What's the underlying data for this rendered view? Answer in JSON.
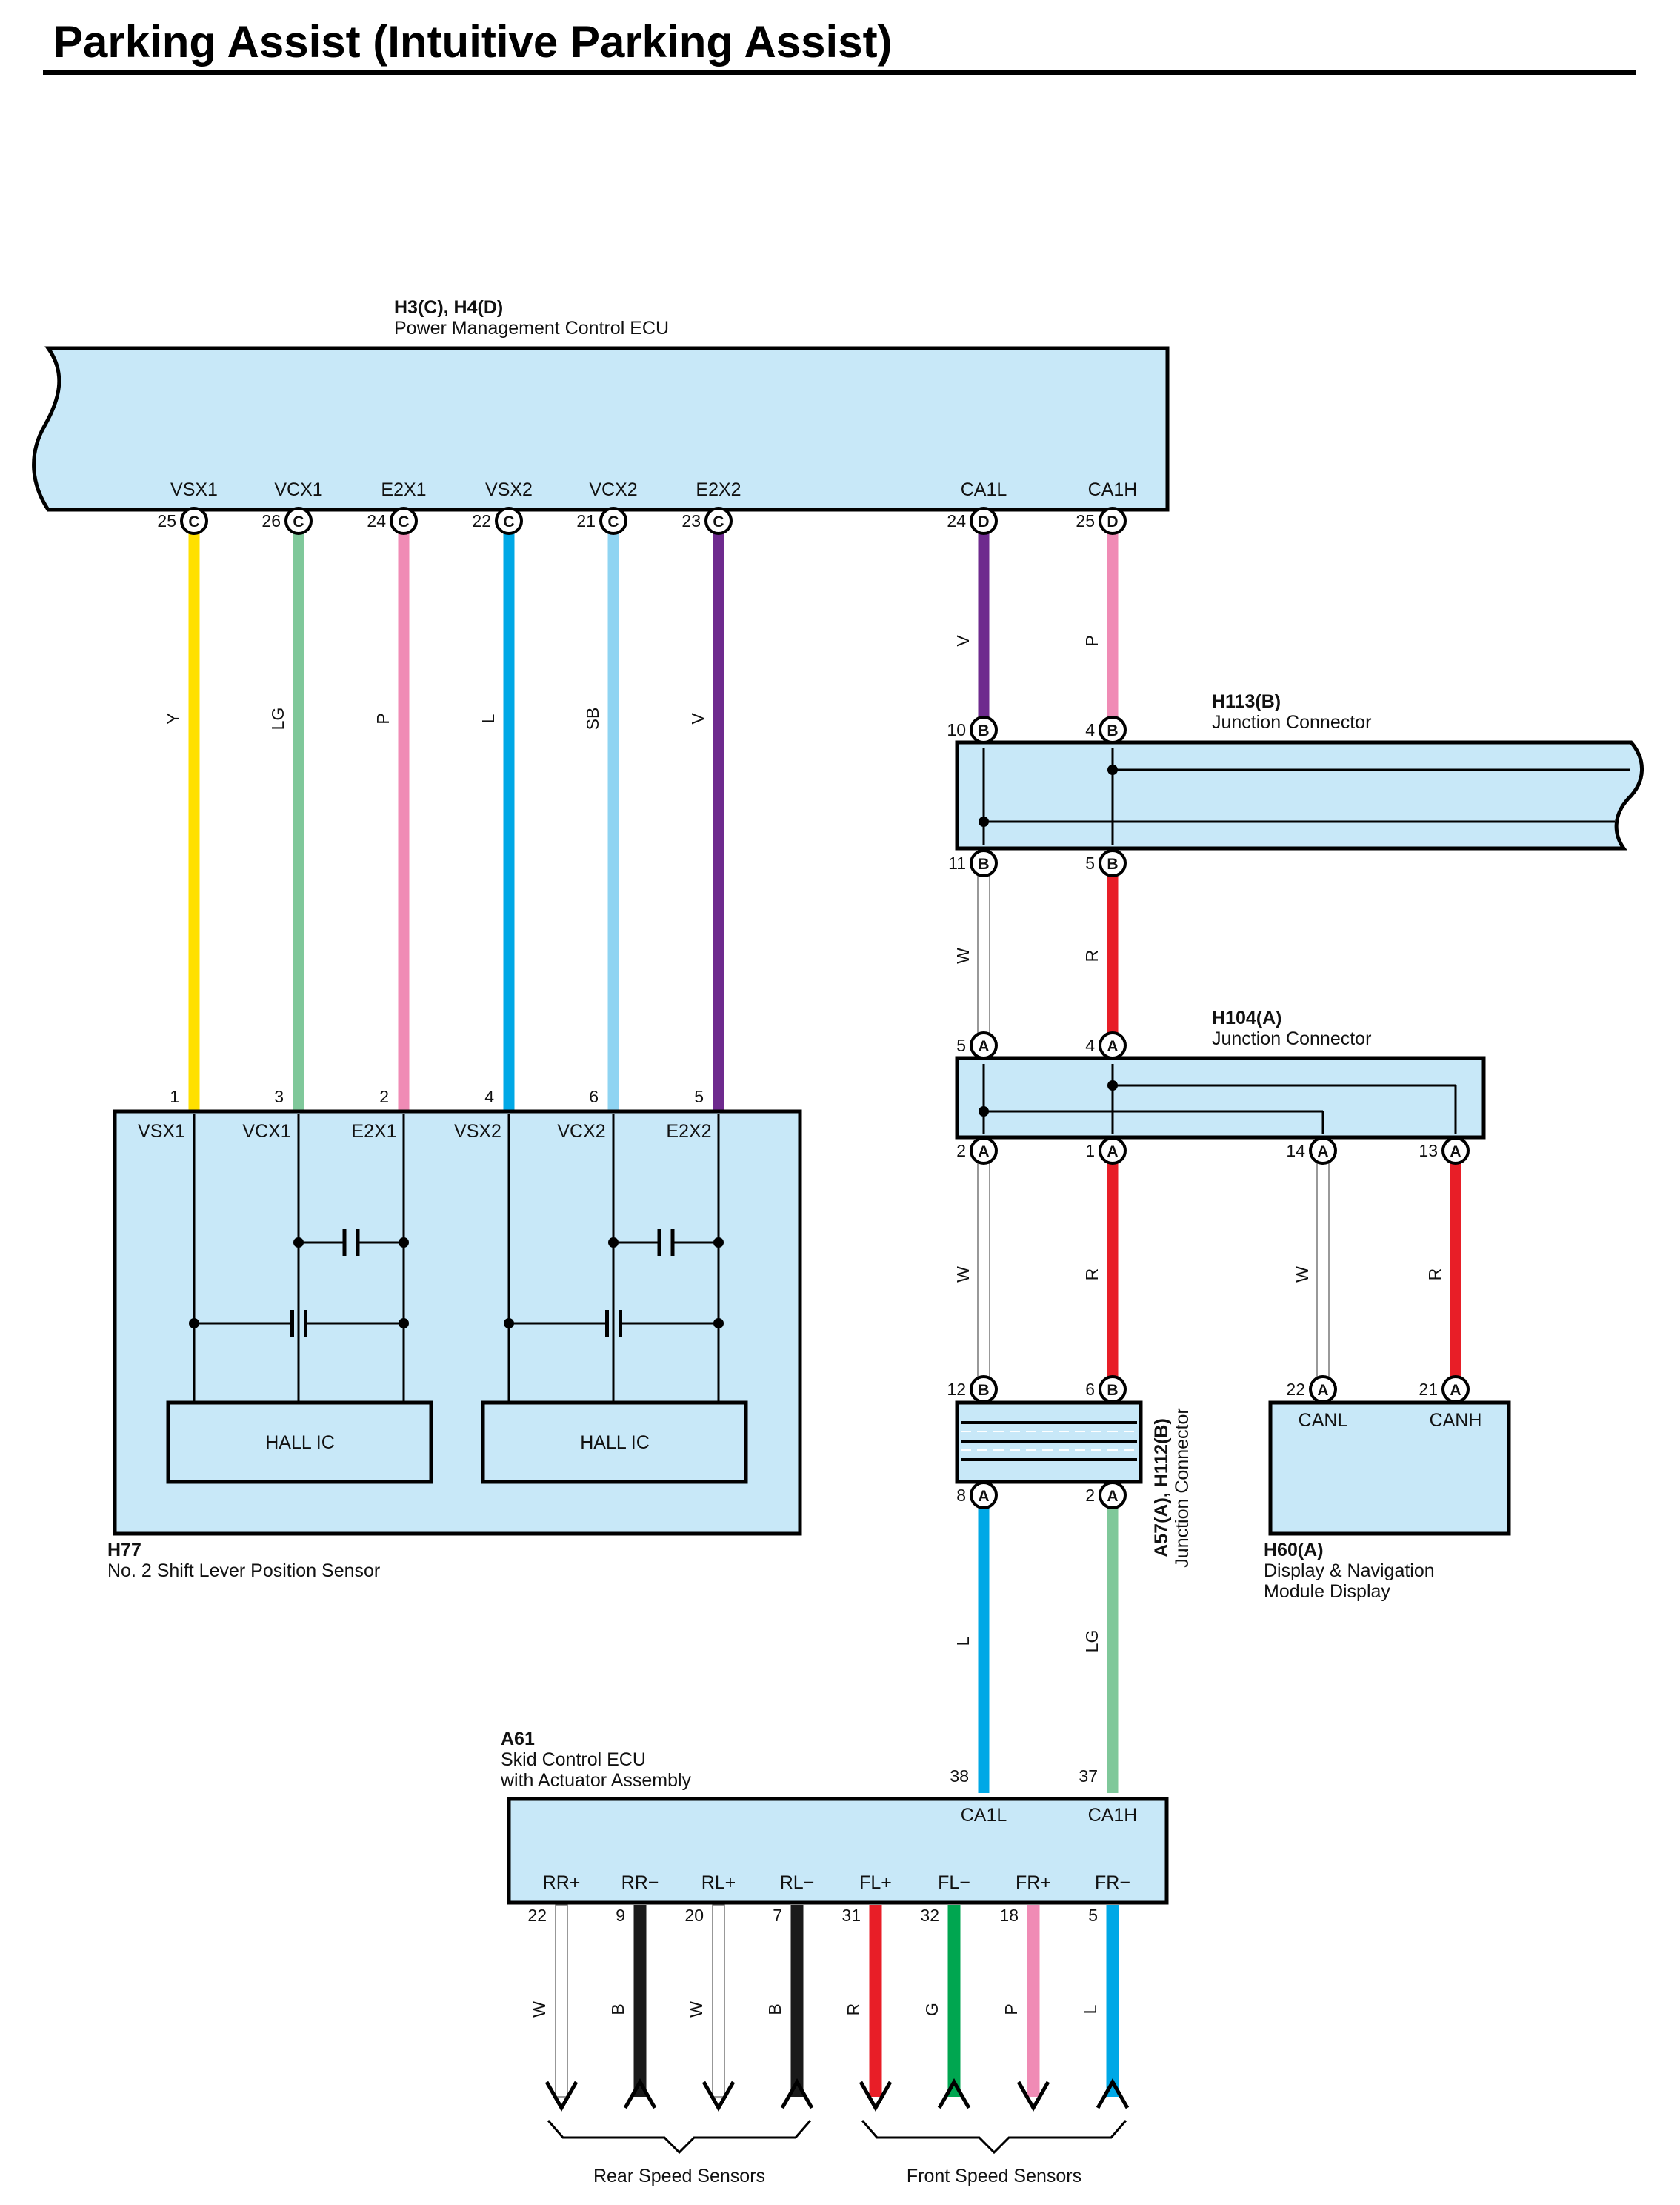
{
  "title": "Parking Assist (Intuitive Parking Assist)",
  "colors": {
    "component_fill": "#c8e8f8",
    "Y": "#ffe000",
    "LG": "#7fc89a",
    "P": "#f08bb5",
    "L": "#00a8e6",
    "SB": "#8fd4f2",
    "V": "#6e2a8e",
    "W": "#ffffff",
    "R": "#e81e27",
    "B": "#1a1a1a",
    "G": "#00a650"
  },
  "ecu": {
    "code": "H3(C), H4(D)",
    "name": "Power Management Control ECU",
    "pins": [
      {
        "label": "VSX1",
        "num": "25",
        "conn": "C",
        "wire": "Y"
      },
      {
        "label": "VCX1",
        "num": "26",
        "conn": "C",
        "wire": "LG"
      },
      {
        "label": "E2X1",
        "num": "24",
        "conn": "C",
        "wire": "P"
      },
      {
        "label": "VSX2",
        "num": "22",
        "conn": "C",
        "wire": "L"
      },
      {
        "label": "VCX2",
        "num": "21",
        "conn": "C",
        "wire": "SB"
      },
      {
        "label": "E2X2",
        "num": "23",
        "conn": "C",
        "wire": "V"
      },
      {
        "label": "CA1L",
        "num": "24",
        "conn": "D",
        "wire": "V"
      },
      {
        "label": "CA1H",
        "num": "25",
        "conn": "D",
        "wire": "P"
      }
    ]
  },
  "h113": {
    "code": "H113(B)",
    "name": "Junction Connector",
    "top_pins": [
      {
        "num": "10",
        "conn": "B"
      },
      {
        "num": "4",
        "conn": "B"
      }
    ],
    "bottom_pins": [
      {
        "num": "11",
        "conn": "B"
      },
      {
        "num": "5",
        "conn": "B"
      }
    ],
    "out_wires": [
      "W",
      "R"
    ]
  },
  "h104": {
    "code": "H104(A)",
    "name": "Junction Connector",
    "top_pins": [
      {
        "num": "5",
        "conn": "A"
      },
      {
        "num": "4",
        "conn": "A"
      }
    ],
    "bottom_pins": [
      {
        "num": "2",
        "conn": "A"
      },
      {
        "num": "1",
        "conn": "A"
      },
      {
        "num": "14",
        "conn": "A"
      },
      {
        "num": "13",
        "conn": "A"
      }
    ],
    "out_wires": [
      "W",
      "R",
      "W",
      "R"
    ]
  },
  "sensor": {
    "code": "H77",
    "name": "No.  2 Shift Lever Position Sensor",
    "pins": [
      {
        "num": "1",
        "label": "VSX1"
      },
      {
        "num": "3",
        "label": "VCX1"
      },
      {
        "num": "2",
        "label": "E2X1"
      },
      {
        "num": "4",
        "label": "VSX2"
      },
      {
        "num": "6",
        "label": "VCX2"
      },
      {
        "num": "5",
        "label": "E2X2"
      }
    ],
    "hall1": "HALL IC",
    "hall2": "HALL IC"
  },
  "a57": {
    "code": "A57(A), H112(B)",
    "name": "Junction Connector",
    "top_pins": [
      {
        "num": "12",
        "conn": "B"
      },
      {
        "num": "6",
        "conn": "B"
      }
    ],
    "bottom_pins": [
      {
        "num": "8",
        "conn": "A"
      },
      {
        "num": "2",
        "conn": "A"
      }
    ],
    "out_wires": [
      "L",
      "LG"
    ]
  },
  "display": {
    "code": "H60(A)",
    "name1": "Display & Navigation",
    "name2": "Module Display",
    "pins": [
      {
        "num": "22",
        "conn": "A",
        "label": "CANL"
      },
      {
        "num": "21",
        "conn": "A",
        "label": "CANH"
      }
    ]
  },
  "skid": {
    "code": "A61",
    "name1": "Skid Control ECU",
    "name2": "with Actuator Assembly",
    "top_pins": [
      {
        "num": "38",
        "label": "CA1L"
      },
      {
        "num": "37",
        "label": "CA1H"
      }
    ],
    "bottom_pins": [
      {
        "label": "RR+",
        "num": "22",
        "wire": "W",
        "dir": "down"
      },
      {
        "label": "RR−",
        "num": "9",
        "wire": "B",
        "dir": "up"
      },
      {
        "label": "RL+",
        "num": "20",
        "wire": "W",
        "dir": "down"
      },
      {
        "label": "RL−",
        "num": "7",
        "wire": "B",
        "dir": "up"
      },
      {
        "label": "FL+",
        "num": "31",
        "wire": "R",
        "dir": "down"
      },
      {
        "label": "FL−",
        "num": "32",
        "wire": "G",
        "dir": "up"
      },
      {
        "label": "FR+",
        "num": "18",
        "wire": "P",
        "dir": "down"
      },
      {
        "label": "FR−",
        "num": "5",
        "wire": "L",
        "dir": "up"
      }
    ]
  },
  "groups": {
    "rear": "Rear Speed Sensors",
    "front": "Front Speed Sensors"
  }
}
